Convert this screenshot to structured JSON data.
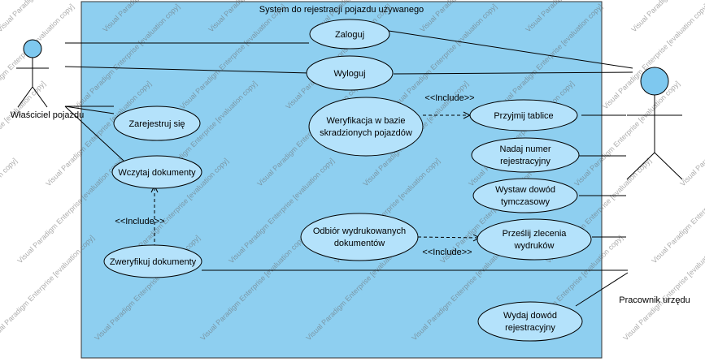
{
  "system_title": "System do rejestracji pojazdu używanego",
  "actors": {
    "owner": "Właściciel pojazdu",
    "clerk": "Pracownik urzędu"
  },
  "use_cases": {
    "login": [
      "Zaloguj"
    ],
    "logout": [
      "Wyloguj"
    ],
    "register": [
      "Zarejestruj się"
    ],
    "upload": [
      "Wczytaj dokumenty"
    ],
    "verify_docs": [
      "Zweryfikuj dokumenty"
    ],
    "stolen_check": [
      "Weryfikacja w bazie",
      "skradzionych pojazdów"
    ],
    "accept_plates": [
      "Przyjmij tablice"
    ],
    "assign_number": [
      "Nadaj numer",
      "rejestracyjny"
    ],
    "temp_doc": [
      "Wystaw dowód",
      "tymczasowy"
    ],
    "pickup": [
      "Odbiór wydrukowanych",
      "dokumentów"
    ],
    "send_print": [
      "Prześlij zlecenia",
      "wydruków"
    ],
    "issue_doc": [
      "Wydaj dowód",
      "rejestracyjny"
    ]
  },
  "include_label": "<<Include>>",
  "watermark": "Visual Paradigm Enterprise [evaluation copy]",
  "colors": {
    "system_fill": "#8ecff0",
    "usecase_fill": "#b4e2fb",
    "actor_head": "#7ec8ef",
    "stroke": "#000000"
  }
}
